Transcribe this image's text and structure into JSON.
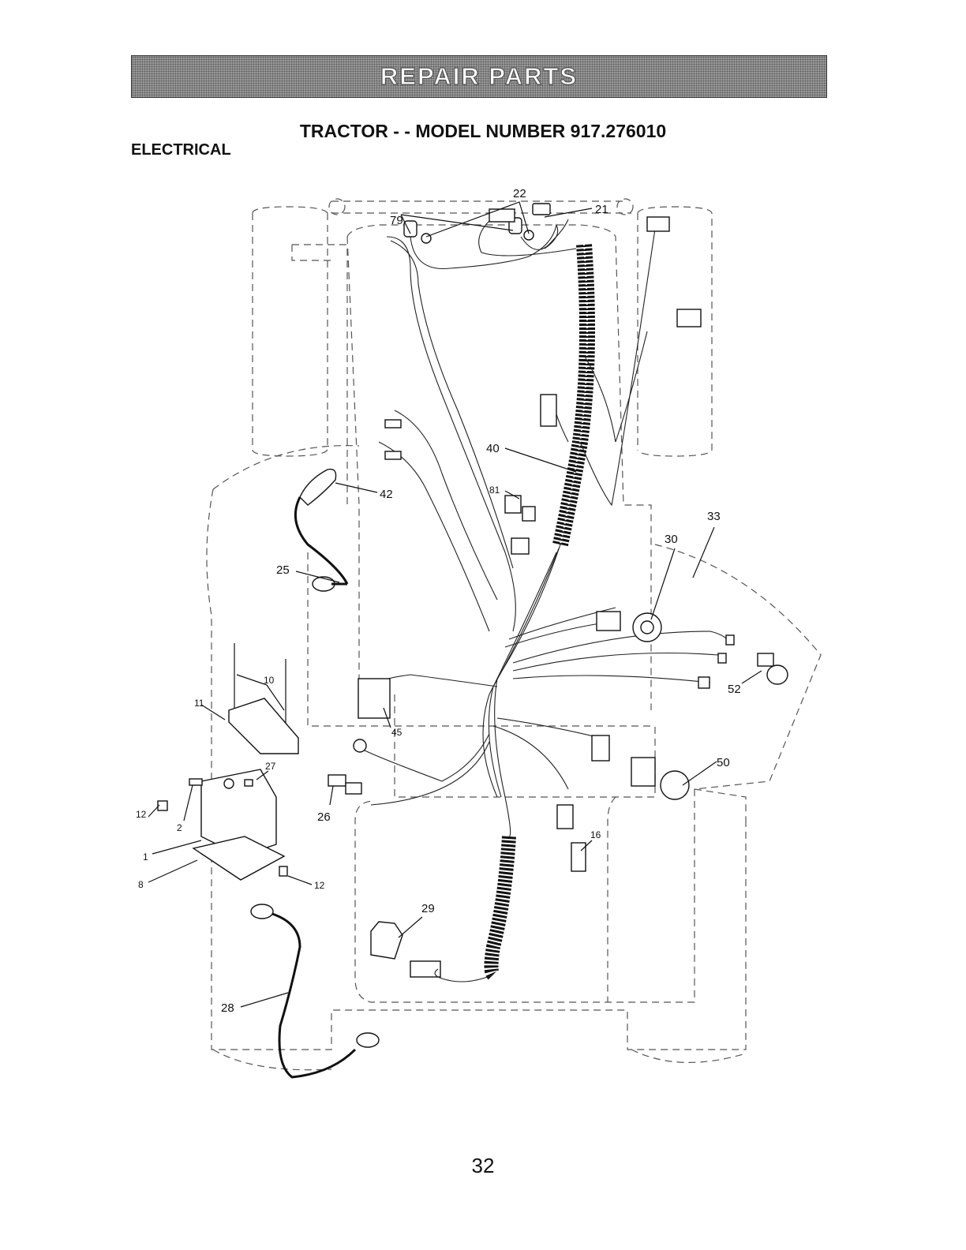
{
  "header": {
    "banner": "REPAIR PARTS"
  },
  "title": "TRACTOR - - MODEL NUMBER 917.276010",
  "section": "ELECTRICAL",
  "page_number": "32",
  "callouts": {
    "c22": "22",
    "c21": "21",
    "c79": "79",
    "c40": "40",
    "c42": "42",
    "c81": "81",
    "c33": "33",
    "c30": "30",
    "c25": "25",
    "c10": "10",
    "c11": "11",
    "c45": "45",
    "c52": "52",
    "c27": "27",
    "c50": "50",
    "c12a": "12",
    "c2": "2",
    "c26": "26",
    "c16": "16",
    "c1": "1",
    "c8": "8",
    "c12b": "12",
    "c29": "29",
    "c28": "28"
  }
}
